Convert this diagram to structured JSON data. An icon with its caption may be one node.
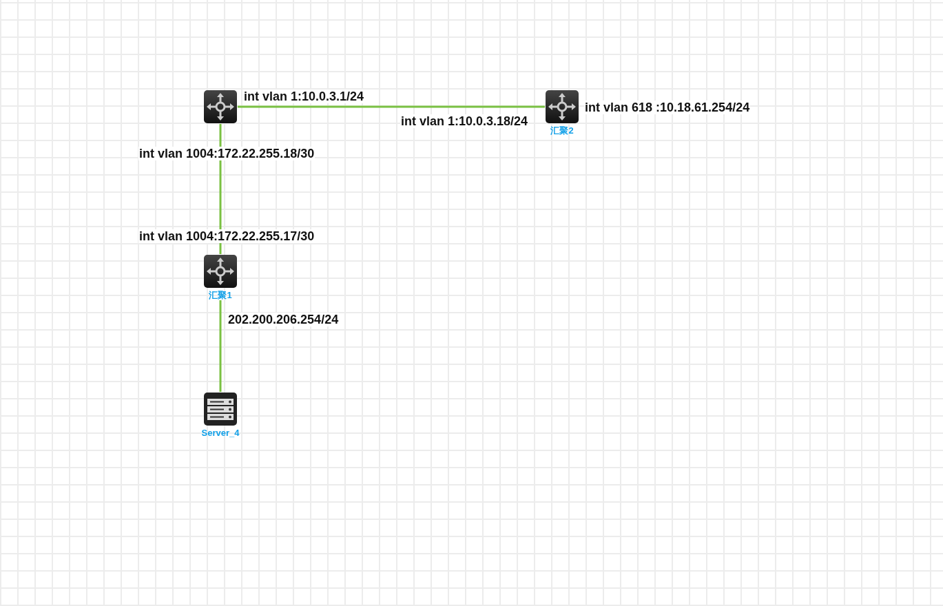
{
  "diagram": {
    "nodes": [
      {
        "text": [],
        "shape": "box"
      },
      {
        "text": [
          "汇聚2"
        ]
      },
      {
        "text": [
          "汇聚1"
        ]
      },
      {
        "text": [
          "Server_4"
        ]
      }
    ],
    "edges": [
      {
        "from": 0,
        "to": 1,
        "arrow": "none"
      },
      {
        "from": 0,
        "to": 2,
        "arrow": "none"
      },
      {
        "from": 2,
        "to": 3,
        "arrow": "none"
      }
    ],
    "labels": [
      "int vlan 1:10.0.3.1/24",
      "int vlan 618 :10.18.61.254/24",
      "int vlan 1:10.0.3.18/24",
      "int vlan 1004:172.22.255.18/30",
      "int vlan 1004:172.22.255.17/30",
      "202.200.206.254/24"
    ]
  }
}
